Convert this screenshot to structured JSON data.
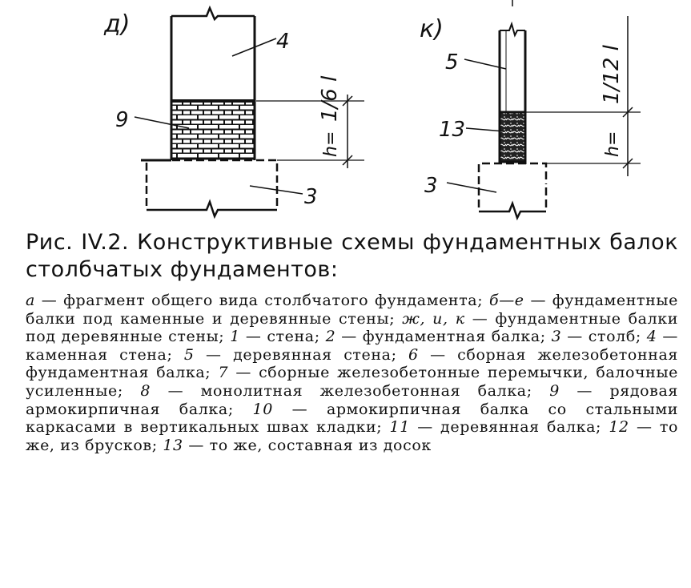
{
  "figure": {
    "left_panel": {
      "letter": "д)",
      "labels": {
        "wall": "4",
        "beam": "9",
        "post": "3"
      },
      "dim_height": "h=",
      "dim_ratio": "1/6 l"
    },
    "right_panel": {
      "letter": "к)",
      "labels": {
        "wall": "5",
        "beam": "13",
        "post": "3"
      },
      "dim_height": "h=",
      "dim_ratio": "1/12 l"
    }
  },
  "caption": {
    "title": "Рис. IV.2. Конструктивные схемы фундамент­ных балок столбчатых фундаментов:",
    "items": [
      {
        "key": "а",
        "text": " — фрагмент общего вида столбчатого фундамента; "
      },
      {
        "key": "б—е",
        "text": " — фундаментные балки под каменные и дере­вянные стены; "
      },
      {
        "key": "ж, и, к",
        "text": " — фундаментные балки под деревянные стены; "
      },
      {
        "key": "1",
        "text": " — стена; "
      },
      {
        "key": "2",
        "text": " — фундаментная балка; "
      },
      {
        "key": "3",
        "text": " — столб; "
      },
      {
        "key": "4",
        "text": " — каменная стена; "
      },
      {
        "key": "5",
        "text": " — деревян­ная стена; "
      },
      {
        "key": "6",
        "text": " — сборная железобетонная фундамент­ная балка; "
      },
      {
        "key": "7",
        "text": " — сборные железобетонные перемыч­ки, балочные усиленные; "
      },
      {
        "key": "8",
        "text": " — монолитная железобе­тонная балка; "
      },
      {
        "key": "9",
        "text": " — рядовая армокирпичная балка; "
      },
      {
        "key": "10",
        "text": " — армокирпичная балка со стальными каркасами в вертикальных швах кладки; "
      },
      {
        "key": "11",
        "text": " — деревянная бал­ка; "
      },
      {
        "key": "12",
        "text": " — то же, из брусков; "
      },
      {
        "key": "13",
        "text": " — то же, составная из досок"
      }
    ]
  }
}
